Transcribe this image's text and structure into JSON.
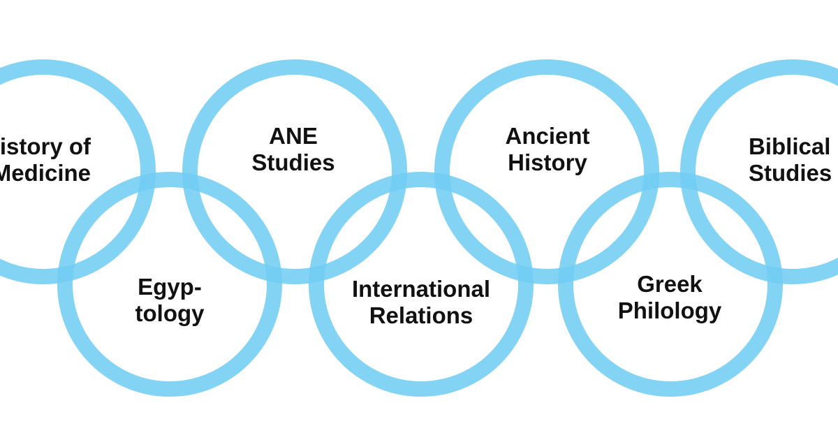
{
  "diagram": {
    "ring_color": "#72cdf4",
    "text_color": "#111111",
    "rings": [
      {
        "id": "history-of-medicine",
        "lines": [
          "History of",
          "Medicine"
        ]
      },
      {
        "id": "egyptology",
        "lines": [
          "Egyp-",
          "tology"
        ]
      },
      {
        "id": "ane-studies",
        "lines": [
          "ANE",
          "Studies"
        ]
      },
      {
        "id": "international-relations",
        "lines": [
          "International",
          "Relations"
        ]
      },
      {
        "id": "ancient-history",
        "lines": [
          "Ancient",
          "History"
        ]
      },
      {
        "id": "greek-philology",
        "lines": [
          "Greek",
          "Philology"
        ]
      },
      {
        "id": "biblical-studies",
        "lines": [
          "Biblical",
          "Studies"
        ]
      }
    ]
  }
}
